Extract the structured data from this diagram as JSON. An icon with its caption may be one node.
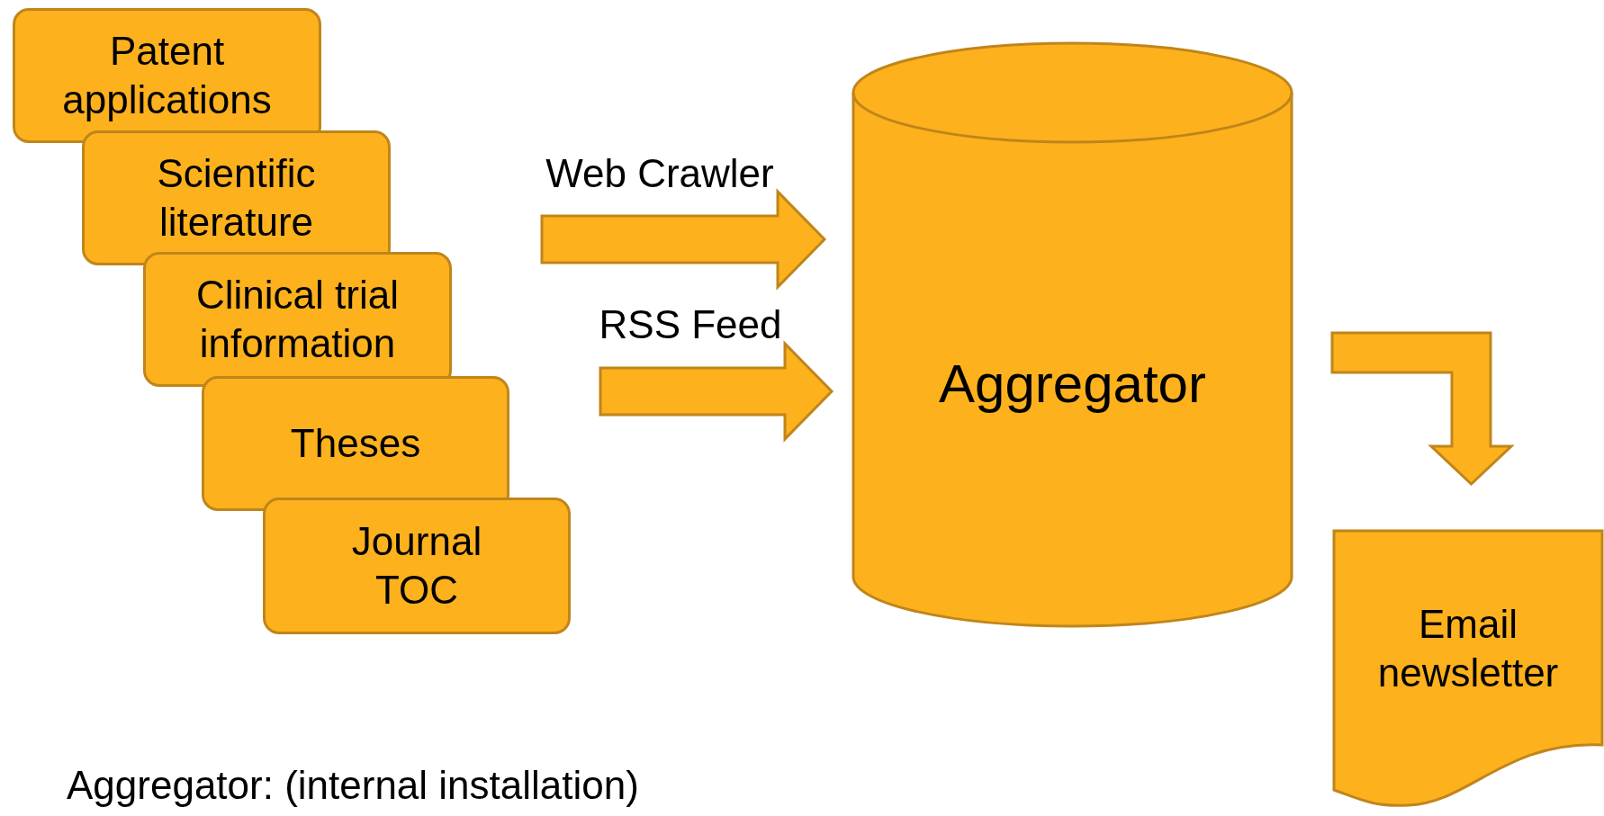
{
  "diagram": {
    "nodes": [
      {
        "text": [
          "Patent applications"
        ]
      },
      {
        "text": [
          "Scientific literature"
        ]
      },
      {
        "text": [
          "Clinical trial information"
        ]
      },
      {
        "text": [
          "Theses"
        ]
      },
      {
        "text": [
          "Journal TOC"
        ]
      },
      {
        "text": [
          "Aggregator"
        ]
      },
      {
        "text": [
          "Email newsletter"
        ]
      }
    ],
    "edges": [
      {
        "from": null,
        "to": 5,
        "arrow": "to",
        "label": "Web Crawler"
      },
      {
        "from": null,
        "to": 5,
        "arrow": "to",
        "label": "RSS Feed"
      },
      {
        "from": 5,
        "to": 6,
        "arrow": "to"
      }
    ],
    "labels": [
      "Aggregator: (internal installation)"
    ]
  }
}
